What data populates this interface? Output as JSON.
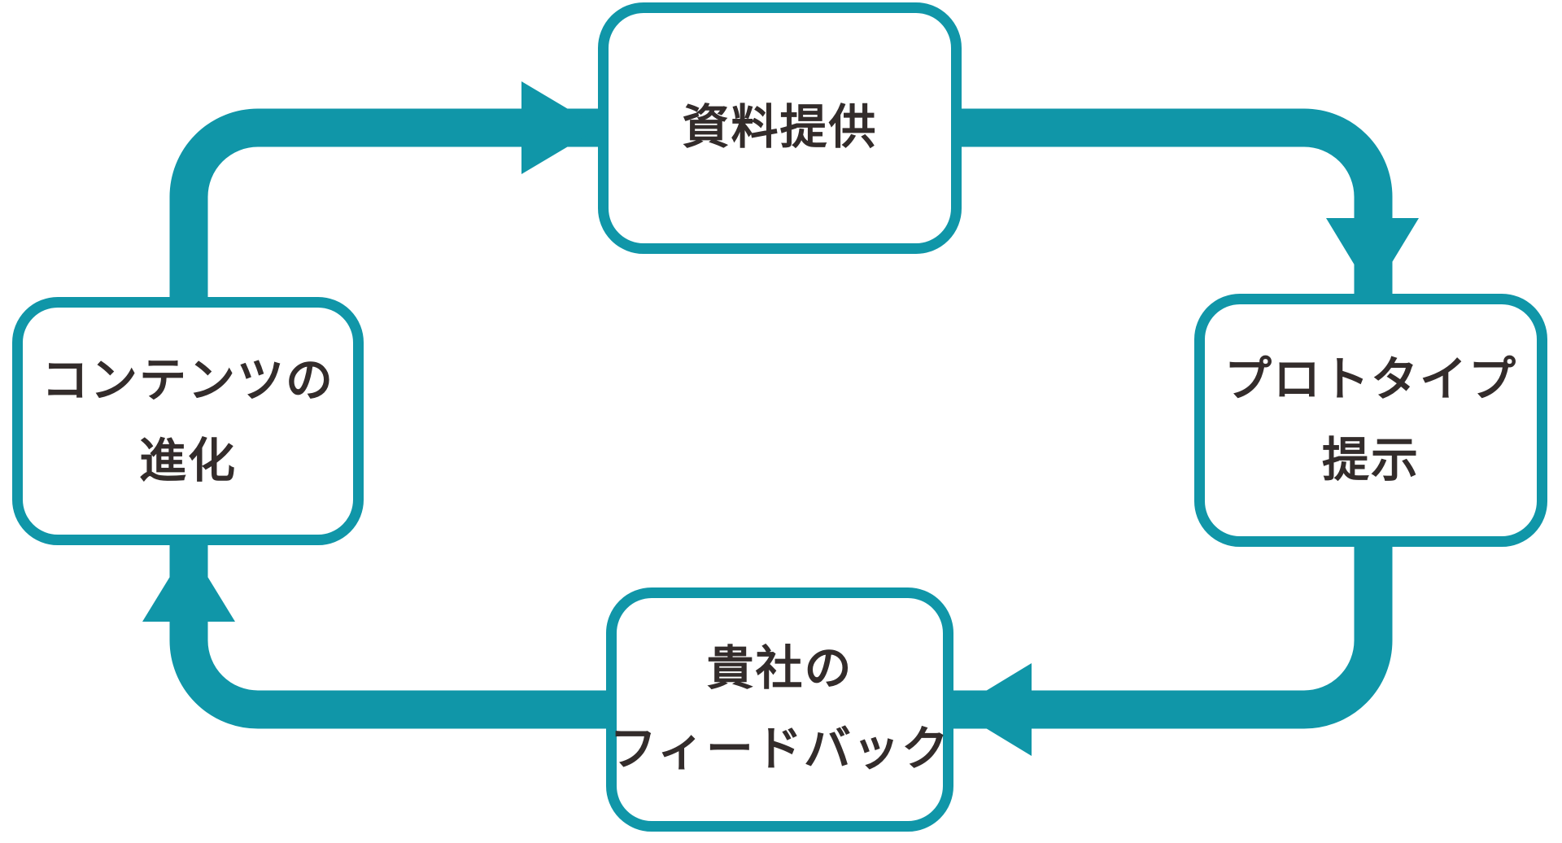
{
  "diagram": {
    "type": "cycle",
    "direction": "clockwise",
    "nodes": [
      {
        "id": "document-provision",
        "position": "top",
        "lines": [
          "資料提供"
        ]
      },
      {
        "id": "prototype-presentation",
        "position": "right",
        "lines": [
          "プロトタイプ",
          "提示"
        ]
      },
      {
        "id": "company-feedback",
        "position": "bottom",
        "lines": [
          "貴社の",
          "フィードバック"
        ]
      },
      {
        "id": "content-evolution",
        "position": "left",
        "lines": [
          "コンテンツの",
          "進化"
        ]
      }
    ],
    "arrows": [
      {
        "from": "content-evolution",
        "to": "document-provision"
      },
      {
        "from": "document-provision",
        "to": "prototype-presentation"
      },
      {
        "from": "prototype-presentation",
        "to": "company-feedback"
      },
      {
        "from": "company-feedback",
        "to": "content-evolution"
      }
    ],
    "colors": {
      "accent": "#1096A8",
      "text": "#332C2B",
      "node_fill": "#FFFFFF",
      "background": "#FFFFFF"
    }
  }
}
